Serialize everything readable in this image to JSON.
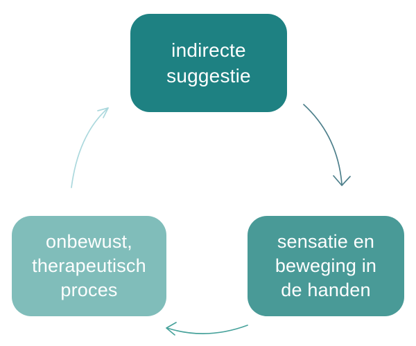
{
  "diagram": {
    "type": "cycle",
    "background_color": "#ffffff",
    "text_color": "#fdfefe",
    "nodes": [
      {
        "id": "top",
        "label": "indirecte suggestie",
        "lines": [
          "indirecte",
          "suggestie"
        ],
        "fill_color": "#1e8182"
      },
      {
        "id": "bottom-right",
        "label": "sensatie en beweging in de handen",
        "lines": [
          "sensatie en",
          "beweging in",
          "de handen"
        ],
        "fill_color": "#499a97"
      },
      {
        "id": "bottom-left",
        "label": "onbewust, therapeutisch proces",
        "lines": [
          "onbewust,",
          "therapeutisch",
          "proces"
        ],
        "fill_color": "#80bdba"
      }
    ],
    "arrows": [
      {
        "from": "top",
        "to": "bottom-right",
        "color": "#4d7f8b"
      },
      {
        "from": "bottom-right",
        "to": "bottom-left",
        "color": "#47a29b"
      },
      {
        "from": "bottom-left",
        "to": "top",
        "color": "#abd8dd"
      }
    ]
  }
}
